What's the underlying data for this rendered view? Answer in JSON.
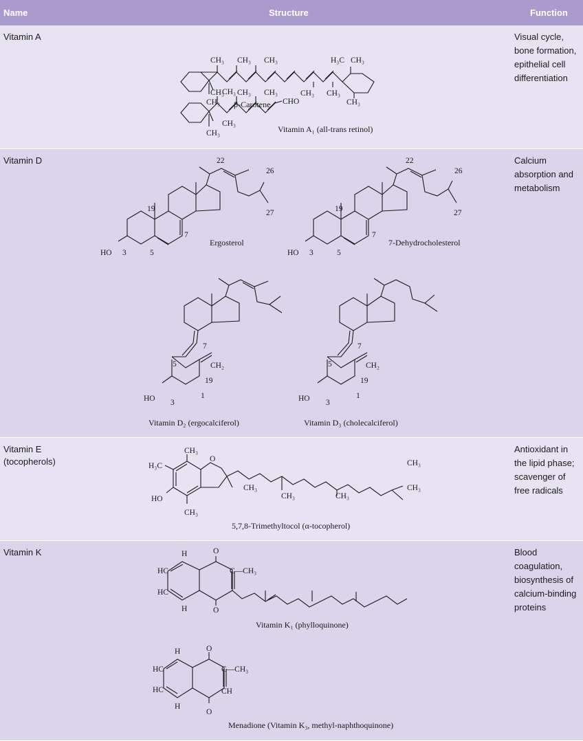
{
  "header": {
    "name": "Name",
    "structure": "Structure",
    "function": "Function"
  },
  "rows": [
    {
      "name": "Vitamin A",
      "function": "Visual cycle, bone formation, epithelial cell differentiation",
      "captions": [
        "β-Carotene",
        "Vitamin A₁ (all-trans retinol)"
      ]
    },
    {
      "name": "Vitamin D",
      "function": "Calcium absorption and metabolism",
      "captions": [
        "Ergosterol",
        "7-Dehydrocholesterol",
        "Vitamin D₂ (ergocalciferol)",
        "Vitamin D₃ (cholecalciferol)"
      ]
    },
    {
      "name": "Vitamin E (tocopherols)",
      "function": "Antioxidant in the lipid phase; scavenger of free radicals",
      "captions": [
        "5,7,8-Trimethyltocol (α-tocopherol)"
      ]
    },
    {
      "name": "Vitamin K",
      "function": "Blood coagulation, biosynthesis of calcium-binding proteins",
      "captions": [
        "Vitamin K₁ (phylloquinone)",
        "Menadione (Vitamin K₃, methyl-naphthoquinone)"
      ]
    }
  ],
  "labels": {
    "ch3": "CH₃",
    "h3c": "H₃C",
    "ch2": "CH₂",
    "cho": "CHO",
    "ho": "HO",
    "o": "O",
    "h": "H",
    "c": "C",
    "hc": "HC",
    "ch": "CH",
    "c_ch3": "C—CH₃",
    "n1": "1",
    "n3": "3",
    "n5": "5",
    "n7": "7",
    "n19": "19",
    "n22": "22",
    "n26": "26",
    "n27": "27"
  },
  "colors": {
    "header_bg": "#a99bcd",
    "row_light": "#e8e3f2",
    "row_dark": "#dbd4ea"
  }
}
